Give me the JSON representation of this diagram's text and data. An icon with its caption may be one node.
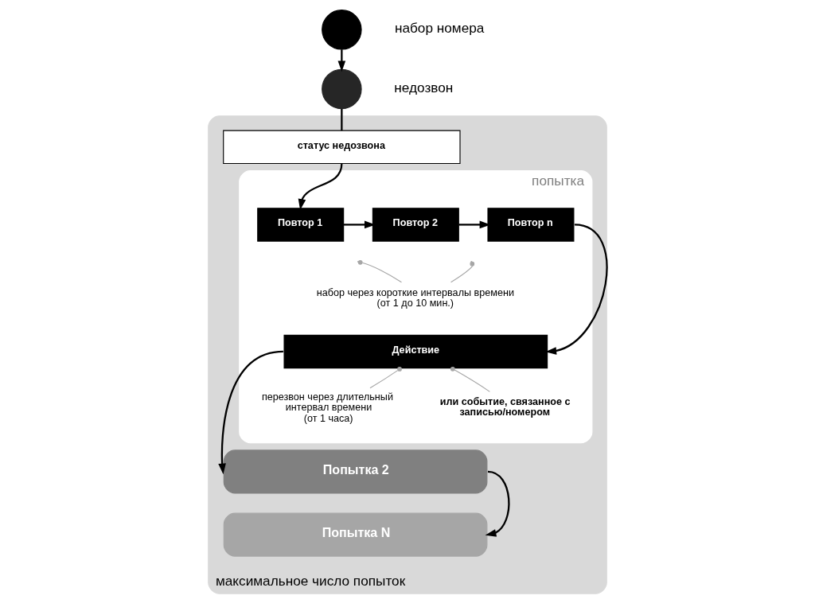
{
  "diagram": {
    "nodes": [
      {
        "text": [
          "максимальное число попыток"
        ]
      },
      {
        "text": [],
        "shape": "circle",
        "beside": [
          "набор номера"
        ]
      },
      {
        "text": [],
        "shape": "circle",
        "beside": [
          "недозвон"
        ]
      },
      {
        "text": [
          "статус недозвона"
        ],
        "in": 0
      },
      {
        "text": [
          "попытка"
        ],
        "in": 0
      },
      {
        "text": [
          "Повтор 1"
        ],
        "in": 4
      },
      {
        "text": [
          "Повтор 2"
        ],
        "in": 4
      },
      {
        "text": [
          "Повтор n"
        ],
        "in": 4
      },
      {
        "text": [
          "набор через короткие интервалы времени (от 1 до 10 мин.)"
        ],
        "in": 4
      },
      {
        "text": [
          "Действие"
        ],
        "in": 4
      },
      {
        "text": [
          "перезвон через длительный интервал времени (от 1 часа)"
        ],
        "in": 4
      },
      {
        "text": [
          "или событие, связанное с записью/номером"
        ],
        "in": 4
      },
      {
        "text": [
          "Попытка 2"
        ],
        "in": 0
      },
      {
        "text": [
          "Попытка N"
        ],
        "in": 0
      }
    ],
    "edges": [
      {
        "from": 1,
        "to": 2,
        "arrow": "to"
      },
      {
        "from": 2,
        "to": 3,
        "arrow": "none"
      },
      {
        "from": 3,
        "to": 5,
        "arrow": "to"
      },
      {
        "from": 5,
        "to": 6,
        "arrow": "to"
      },
      {
        "from": 6,
        "to": 7,
        "arrow": "to"
      },
      {
        "from": 8,
        "to": null,
        "arrow": "other",
        "color": "#a6a6a6"
      },
      {
        "from": 8,
        "to": null,
        "arrow": "other",
        "color": "#a6a6a6"
      },
      {
        "from": 7,
        "to": 9,
        "arrow": "to"
      },
      {
        "from": 10,
        "to": 9,
        "arrow": "other",
        "color": "#a6a6a6"
      },
      {
        "from": 11,
        "to": 9,
        "arrow": "other",
        "color": "#a6a6a6"
      },
      {
        "from": 9,
        "to": 12,
        "arrow": "to"
      },
      {
        "from": 12,
        "to": 13,
        "arrow": "to"
      }
    ]
  }
}
